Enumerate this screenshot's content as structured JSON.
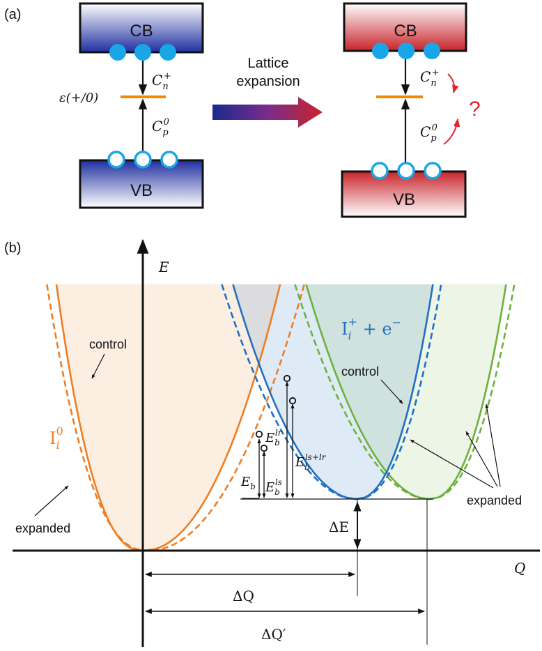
{
  "panel_a": {
    "label": "(a)",
    "left": {
      "cb": "CB",
      "vb": "VB",
      "level": "ε(+/0)",
      "cn": "C",
      "cn_sub": "n",
      "cn_sup": "+",
      "cp": "C",
      "cp_sub": "p",
      "cp_sup": "0"
    },
    "arrow_text": [
      "Lattice",
      "expansion"
    ],
    "right": {
      "cb": "CB",
      "vb": "VB",
      "cn": "C",
      "cn_sub": "n",
      "cn_sup": "+",
      "cp": "C",
      "cp_sub": "p",
      "cp_sup": "0",
      "question": "?"
    },
    "colors": {
      "blue": "#1f2fa0",
      "red": "#c8242a",
      "orange": "#f08a00",
      "electron": "#19a6e6"
    }
  },
  "panel_b": {
    "label": "(b)",
    "y_axis": "E",
    "x_axis": "Q",
    "left_curve": {
      "name_main": "I",
      "name_sub": "i",
      "name_sup": "0",
      "control": "control",
      "expanded": "expanded"
    },
    "right_curve": {
      "name_main": "I",
      "name_sub": "i",
      "name_sup": "+",
      "name_rest": " + e",
      "name_rest_sup": "−",
      "control": "control",
      "expanded": "expanded"
    },
    "barriers": {
      "eb": "E",
      "eb_sub": "b",
      "ebls": "E",
      "ebls_sub": "b",
      "ebls_sup": "ls",
      "eblr": "E",
      "eblr_sub": "b",
      "eblr_sup": "lr",
      "eblslr": "E",
      "eblslr_sub": "b",
      "eblslr_sup": "ls+lr"
    },
    "delta_e": "ΔE",
    "delta_q": "ΔQ",
    "delta_q_prime": "ΔQ′",
    "colors": {
      "orange": "#ef7d22",
      "blue": "#1f6fc4",
      "green": "#6bb23c"
    }
  }
}
